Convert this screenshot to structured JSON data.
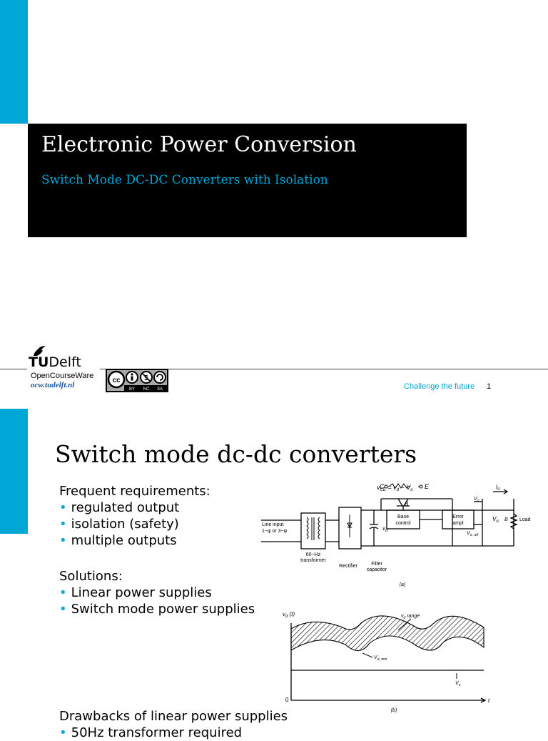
{
  "slide1": {
    "title": "Electronic Power Conversion",
    "subtitle": "Switch Mode DC-DC Converters with Isolation",
    "logo": {
      "brand_tu": "TU",
      "brand_delft": "Delft",
      "line1": "OpenCourseWare",
      "line2": "ocw.tudelft.nl"
    },
    "license": {
      "icon": "cc-by-nc-sa-icon",
      "labels": [
        "BY",
        "NC",
        "SA"
      ]
    },
    "footer": {
      "tagline": "Challenge the future",
      "page_number": "1"
    }
  },
  "slide2": {
    "title": "Switch mode dc-dc converters",
    "requirements_heading": "Frequent requirements:",
    "requirements": [
      "regulated output",
      "isolation (safety)",
      "multiple outputs"
    ],
    "solutions_heading": "Solutions:",
    "solutions": [
      "Linear power supplies",
      "Switch mode power supplies"
    ],
    "drawbacks_heading": "Drawbacks of linear power supplies",
    "drawbacks": [
      "50Hz transformer required"
    ],
    "figure_a": {
      "vce_equation": "v",
      "vce_sub": "CE",
      "vce_rest": " = v",
      "vd_sub": "d",
      "minus_vo": " − V",
      "vo_sub": "o",
      "c_label": "C",
      "e_label": "E",
      "b_label": "B",
      "line_input": "Line input",
      "line_input2": "1−φ or 3−φ",
      "transformer": "60−Hz",
      "transformer2": "transformer",
      "rectifier": "Rectifier",
      "filter": "Filter",
      "filter2": "capacitor",
      "vd": "v",
      "vd_s": "d",
      "base": "Base",
      "base2": "control",
      "error": "Error",
      "error2": "ampl",
      "vo": "V",
      "vo_s": "o",
      "voref": "V",
      "voref_s": "o, ref",
      "io": "I",
      "io_s": "o",
      "b_load": "B",
      "load": "Load",
      "caption": "(a)"
    },
    "figure_b": {
      "y_axis": "v",
      "y_axis_sub": "d",
      "y_axis_rest": " (t)",
      "range_label": "v",
      "range_sub": "d",
      "range_rest": " range",
      "vmin": "V",
      "vmin_sub": "d, min",
      "vo": "V",
      "vo_sub": "o",
      "origin": "0",
      "t_axis": "t",
      "caption": "(b)"
    }
  },
  "colors": {
    "accent": "#00a6d6",
    "title_box": "#000000",
    "url": "#1a52a0"
  }
}
